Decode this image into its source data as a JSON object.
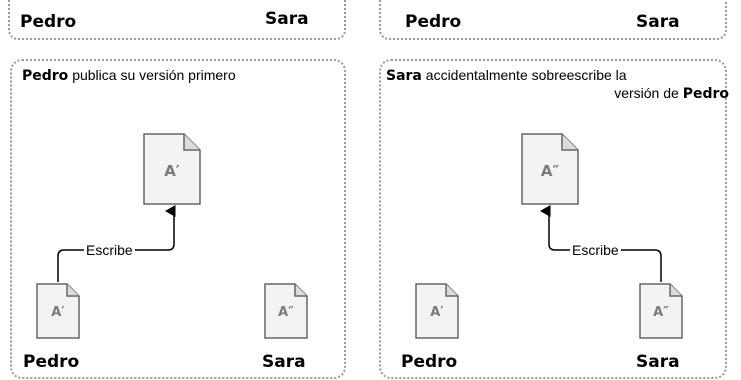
{
  "left_panel": {
    "top_names": {
      "left": "Pedro",
      "right": "Sara"
    },
    "caption": {
      "actor": "Pedro",
      "text": "publica su versión primero"
    },
    "center_doc": "A′",
    "write_label": "Escribe",
    "bottom_docs": {
      "left": "A′",
      "right": "A″"
    },
    "bottom_names": {
      "left": "Pedro",
      "right": "Sara"
    }
  },
  "right_panel": {
    "top_names": {
      "left": "Pedro",
      "right": "Sara"
    },
    "caption": {
      "actor": "Sara",
      "line1_text": "accidentalmente sobreescribe la",
      "line2_text": "versión de",
      "line2_actor": "Pedro"
    },
    "center_doc": "A″",
    "write_label": "Escribe",
    "bottom_docs": {
      "left": "A′",
      "right": "A″"
    },
    "bottom_names": {
      "left": "Pedro",
      "right": "Sara"
    }
  },
  "colors": {
    "frame": "#9a9a9a",
    "doc_fill": "#f0f0f0",
    "doc_stroke": "#555555",
    "doc_text": "#7a7a7a",
    "arrow": "#000000"
  }
}
